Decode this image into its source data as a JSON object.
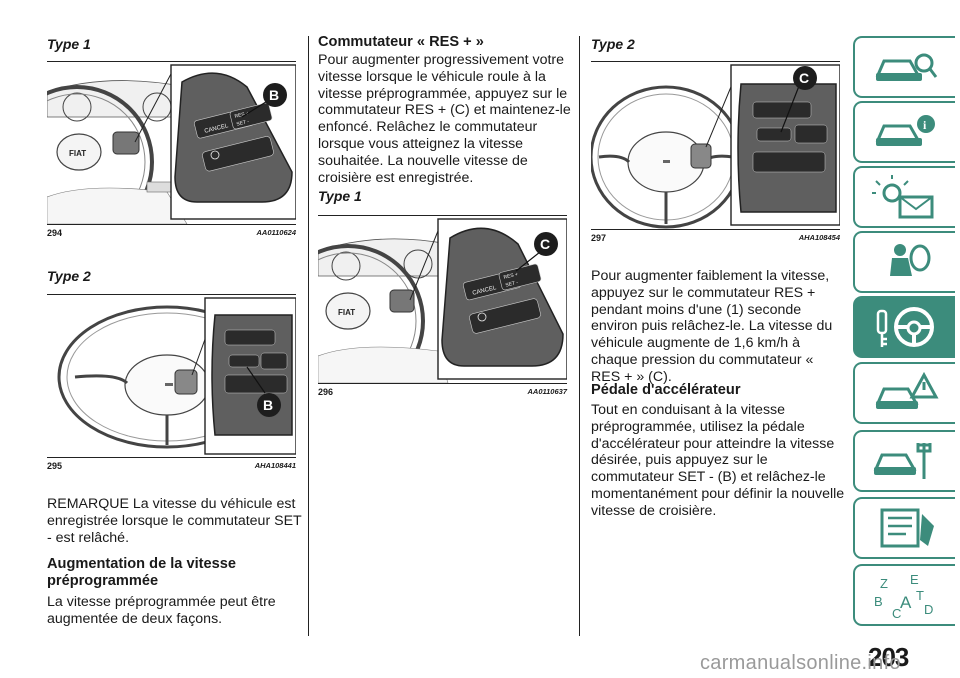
{
  "col1": {
    "type1_heading": "Type 1",
    "fig294": {
      "number": "294",
      "code": "AA0110624",
      "label": "B"
    },
    "type2_heading": "Type 2",
    "fig295": {
      "number": "295",
      "code": "AHA108441",
      "label": "B"
    },
    "note": "REMARQUE  La vitesse du véhicule est enregistrée lorsque le commutateur SET - est relâché.",
    "section_heading": "Augmentation de la vitesse préprogrammée",
    "section_text": "La vitesse préprogrammée peut être augmentée de deux façons."
  },
  "col2": {
    "heading": "Commutateur « RES + »",
    "text": "Pour augmenter progressivement votre vitesse lorsque le véhicule roule à la vitesse préprogrammée, appuyez sur le commutateur RES + (C) et maintenez-le enfoncé. Relâchez le commutateur lorsque vous atteignez la vitesse souhaitée. La nouvelle vitesse de croisière est enregistrée.",
    "type1_heading": "Type 1",
    "fig296": {
      "number": "296",
      "code": "AA0110637",
      "label": "C"
    }
  },
  "col3": {
    "type2_heading": "Type 2",
    "fig297": {
      "number": "297",
      "code": "AHA108454",
      "label": "C"
    },
    "text": "Pour augmenter faiblement la vitesse, appuyez sur le commutateur RES + pendant moins d'une (1) seconde environ puis relâchez-le. La vitesse du véhicule augmente de 1,6 km/h à chaque pression du commutateur « RES + » (C).",
    "heading": "Pédale d'accélérateur",
    "text2": "Tout en conduisant à la vitesse préprogrammée, utilisez la pédale d'accélérateur pour atteindre la vitesse désirée, puis appuyez sur le commutateur SET - (B) et relâchez-le momentanément pour définir la nouvelle vitesse de croisière."
  },
  "switch_labels": {
    "cancel": "CANCEL",
    "res": "RES +",
    "set": "SET -",
    "logo": "FIAT"
  },
  "sidebar": {
    "tabs": [
      "car-search-icon",
      "car-info-icon",
      "warning-lights-icon",
      "airbag-icon",
      "steering-key-icon",
      "car-warning-icon",
      "car-service-icon",
      "specs-list-icon",
      "alphabet-index-icon"
    ],
    "active_index": 4
  },
  "page_number": "203",
  "watermark": "carmanualsonline.info",
  "colors": {
    "accent": "#3c8c7c",
    "callout": "#1d1d1d"
  }
}
